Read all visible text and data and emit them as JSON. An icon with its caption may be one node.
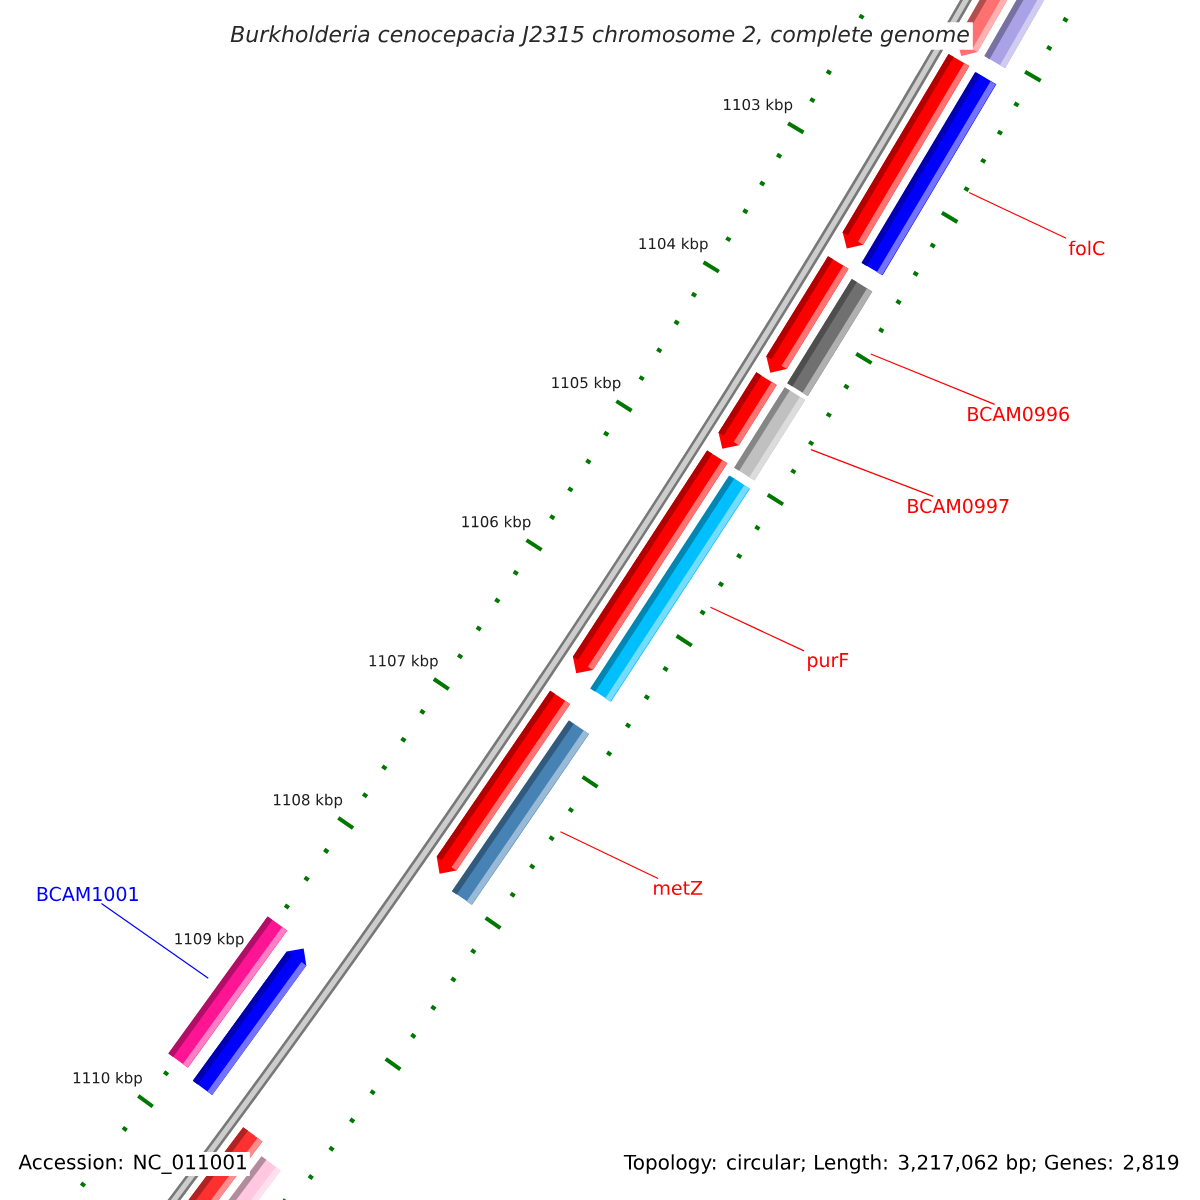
{
  "diagram": {
    "title": "Burkholderia cenocepacia J2315 chromosome 2, complete genome",
    "nodes": [
      {
        "text": [
          "folC"
        ]
      },
      {
        "text": [],
        "shape": "bar"
      },
      {
        "text": [
          "BCAM0996"
        ]
      },
      {
        "text": [],
        "shape": "bar"
      },
      {
        "text": [
          "BCAM0997"
        ]
      },
      {
        "text": [],
        "shape": "bar"
      },
      {
        "text": [
          "purF"
        ]
      },
      {
        "text": [],
        "shape": "bar"
      },
      {
        "text": [
          "metZ"
        ]
      },
      {
        "text": [],
        "shape": "bar"
      },
      {
        "text": [
          "BCAM1001"
        ]
      },
      {
        "text": [],
        "shape": "bar"
      }
    ],
    "edges": [
      {
        "from": 0,
        "to": 1,
        "arrow": "none"
      },
      {
        "from": 2,
        "to": 3,
        "arrow": "none"
      },
      {
        "from": 4,
        "to": 5,
        "arrow": "none"
      },
      {
        "from": 6,
        "to": 7,
        "arrow": "none"
      },
      {
        "from": 8,
        "to": 9,
        "arrow": "none"
      },
      {
        "from": 10,
        "to": 11,
        "arrow": "none",
        "color": "#0000ff"
      }
    ],
    "labels": [
      "1103 kbp",
      "1104 kbp",
      "1105 kbp",
      "1106 kbp",
      "1107 kbp",
      "1108 kbp",
      "1109 kbp",
      "1110 kbp",
      "Accession: NC_011001",
      "Topology: circular; Length: 3,217,062 bp; Genes: 2,819"
    ]
  }
}
